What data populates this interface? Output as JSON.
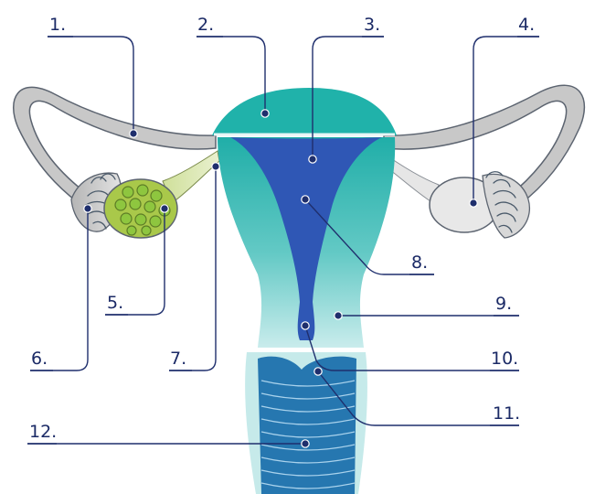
{
  "labels": [
    "1.",
    "2.",
    "3.",
    "4.",
    "5.",
    "6.",
    "7.",
    "8.",
    "9.",
    "10.",
    "11.",
    "12."
  ],
  "colors": {
    "line": "#1f2f6d",
    "tube": "#c8c8c8",
    "tube_outline": "#5c6470",
    "fundus": "#20b2aa",
    "cavity": "#2f57b5",
    "body_top": "#26b3ad",
    "body_bottom": "#c6eaea",
    "ovary_left": "#a9c84a",
    "follicle": "#8ec63f",
    "ovary_right": "#e8e8e8",
    "vagina": "#2677b0"
  }
}
